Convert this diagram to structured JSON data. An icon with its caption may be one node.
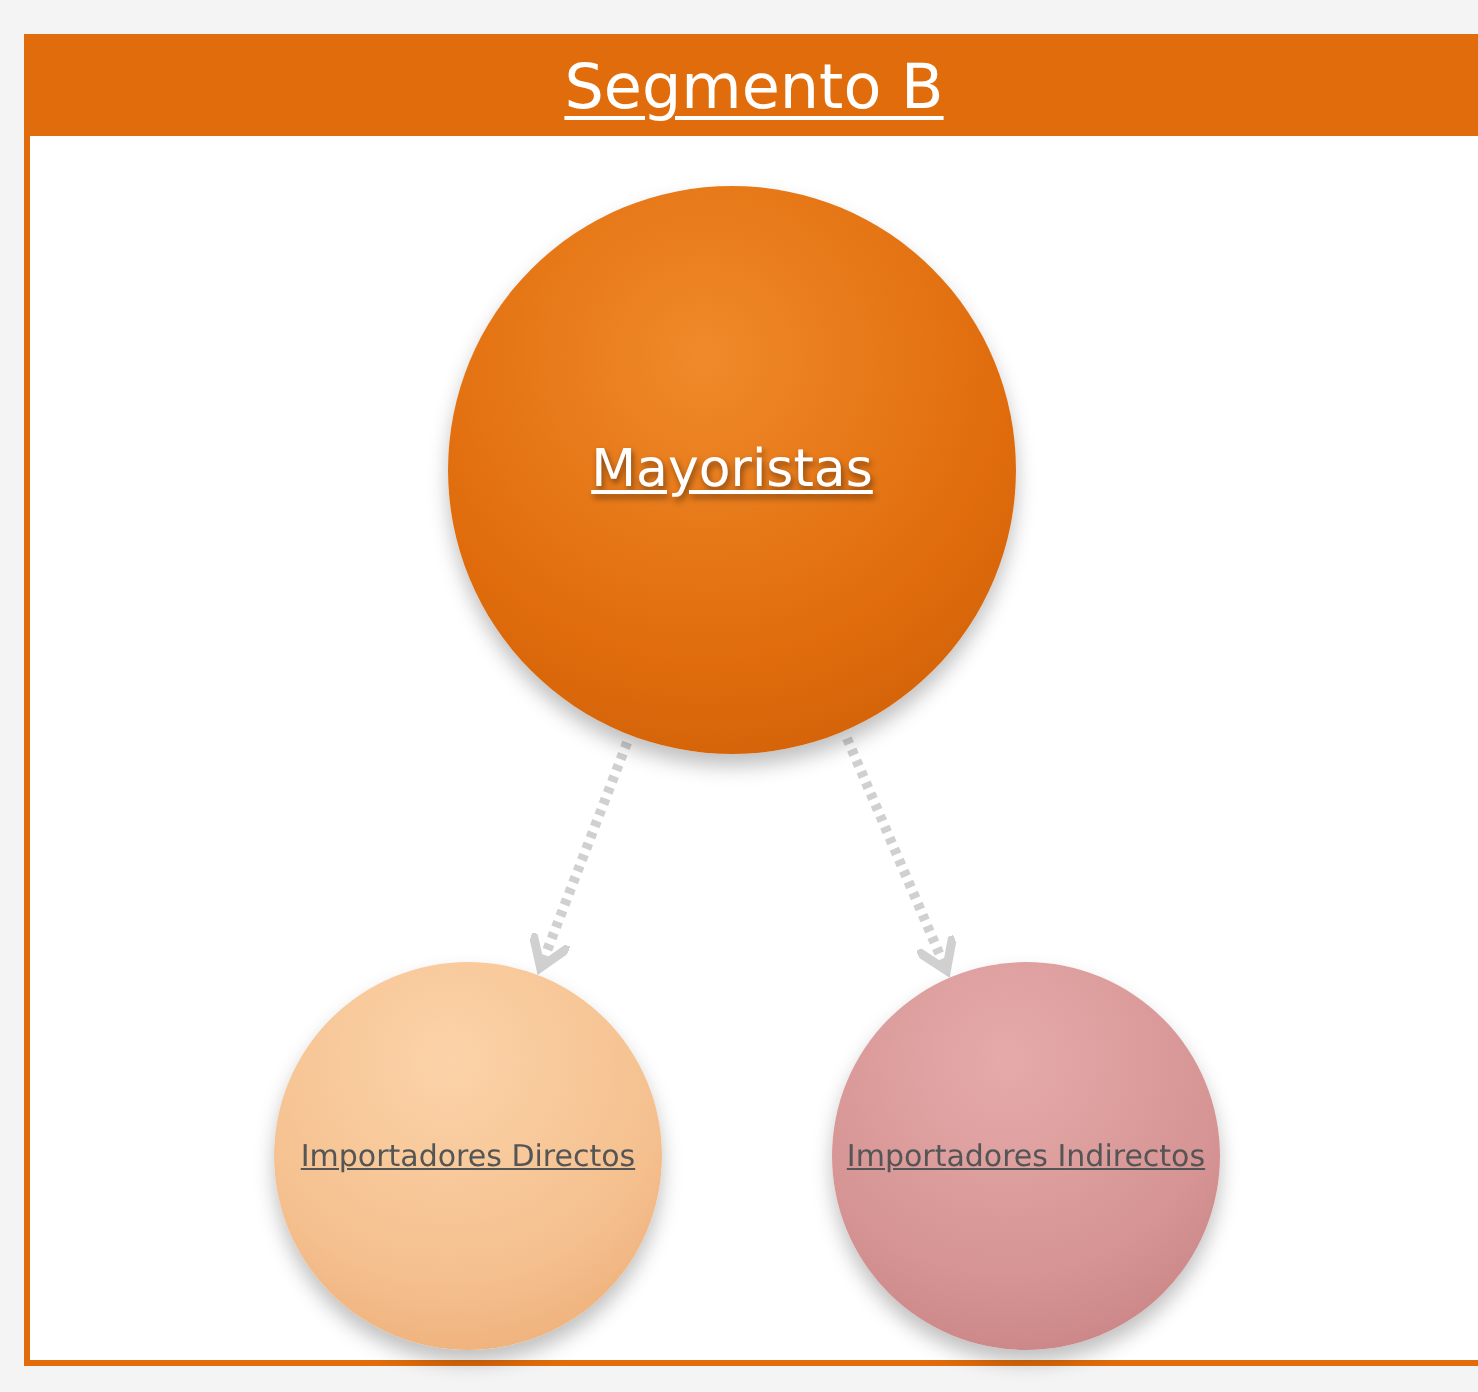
{
  "diagram": {
    "nodes": [
      {
        "text": [
          "Segmento B"
        ]
      },
      {
        "text": [
          "Mayoristas"
        ],
        "in": 0
      },
      {
        "text": [
          "Importadores Directos"
        ],
        "in": 0
      },
      {
        "text": [
          "Importadores Indirectos"
        ],
        "in": 0
      }
    ],
    "edges": [
      {
        "from": 1,
        "to": 2,
        "arrow": "to",
        "style": "dashed"
      },
      {
        "from": 1,
        "to": 3,
        "arrow": "to",
        "style": "dashed"
      }
    ]
  }
}
